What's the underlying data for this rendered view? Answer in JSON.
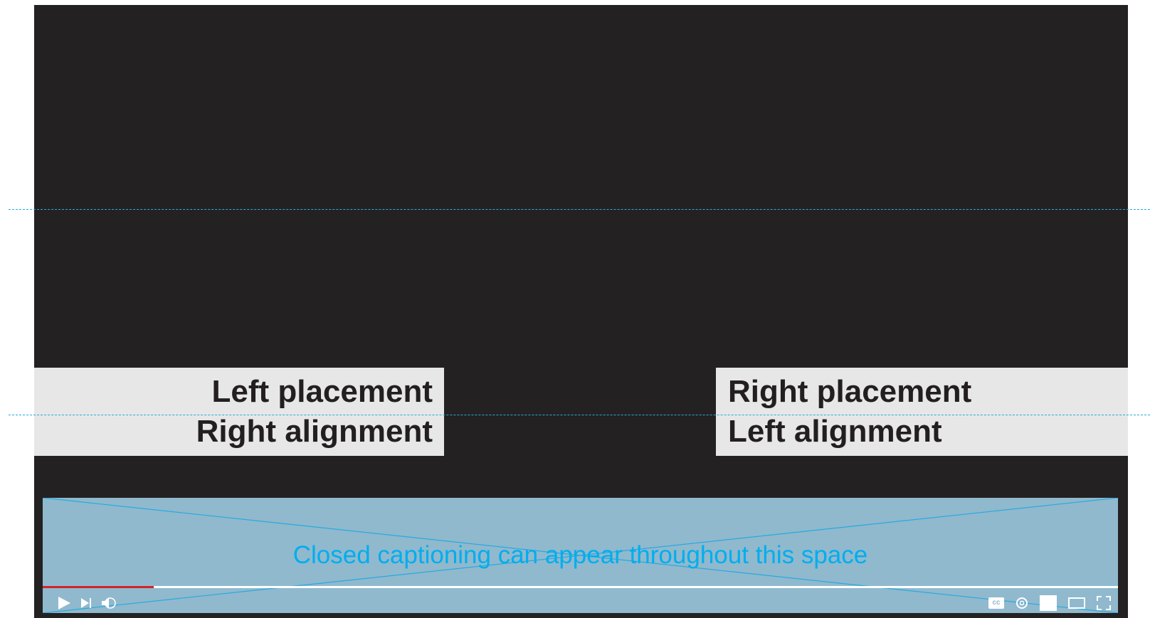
{
  "captions": {
    "left": {
      "line1": "Left placement",
      "line2": "Right alignment"
    },
    "right": {
      "line1": "Right placement",
      "line2": "Left alignment"
    }
  },
  "closed_caption_area": {
    "text": "Closed captioning can appear throughout this space"
  },
  "player": {
    "progress_fraction": 0.103,
    "controls_left": [
      "play-icon",
      "next-icon",
      "volume-icon"
    ],
    "controls_right": [
      "cc-icon",
      "settings-icon",
      "miniplayer-icon",
      "theater-mode-icon",
      "fullscreen-icon"
    ],
    "cc_badge_label": "cc"
  },
  "colors": {
    "video_background": "#242123",
    "caption_box": "#e7e7e7",
    "caption_text": "#231f20",
    "cc_area": "#90b9cd",
    "cc_text": "#00aeef",
    "guide_line": "#27a9e1",
    "progress_played": "#d1242b",
    "progress_track": "#ffffff"
  }
}
